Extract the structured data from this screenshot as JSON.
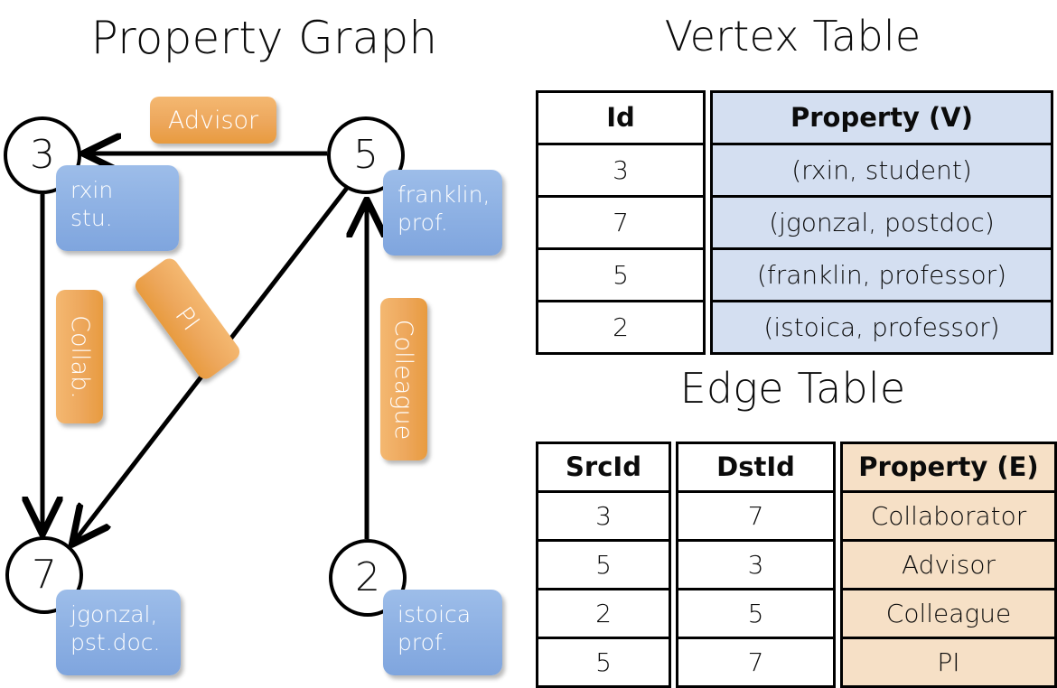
{
  "titles": {
    "property_graph": "Property Graph",
    "vertex_table": "Vertex Table",
    "edge_table": "Edge Table"
  },
  "colors": {
    "node_stroke": "#000000",
    "node_fill": "#ffffff",
    "vertex_property_box": "#8fb2e4",
    "edge_label_box": "#eda75c",
    "vertex_table_cell": "#d4dff1",
    "edge_table_cell": "#f6e0c6",
    "edge_line": "#000000"
  },
  "graph": {
    "nodes": [
      {
        "id": "3",
        "label": "3",
        "property": "rxin\nstu."
      },
      {
        "id": "5",
        "label": "5",
        "property": "franklin,\nprof."
      },
      {
        "id": "7",
        "label": "7",
        "property": "jgonzal,\npst.doc."
      },
      {
        "id": "2",
        "label": "2",
        "property": "istoica\nprof."
      }
    ],
    "edge_labels": [
      {
        "key": "advisor",
        "text": "Advisor",
        "orientation": "horizontal"
      },
      {
        "key": "collab",
        "text": "Collab.",
        "orientation": "vertical"
      },
      {
        "key": "pi",
        "text": "PI",
        "orientation": "diagonal"
      },
      {
        "key": "colleague",
        "text": "Colleague",
        "orientation": "vertical"
      }
    ],
    "edges": [
      {
        "src": "5",
        "dst": "3",
        "label": "Advisor"
      },
      {
        "src": "3",
        "dst": "7",
        "label": "Collab."
      },
      {
        "src": "5",
        "dst": "7",
        "label": "PI"
      },
      {
        "src": "2",
        "dst": "5",
        "label": "Colleague"
      }
    ]
  },
  "vertex_table": {
    "headers": [
      "Id",
      "Property (V)"
    ],
    "rows": [
      {
        "id": "3",
        "property": "(rxin, student)"
      },
      {
        "id": "7",
        "property": "(jgonzal, postdoc)"
      },
      {
        "id": "5",
        "property": "(franklin, professor)"
      },
      {
        "id": "2",
        "property": "(istoica, professor)"
      }
    ]
  },
  "edge_table": {
    "headers": [
      "SrcId",
      "DstId",
      "Property (E)"
    ],
    "rows": [
      {
        "src": "3",
        "dst": "7",
        "property": "Collaborator"
      },
      {
        "src": "5",
        "dst": "3",
        "property": "Advisor"
      },
      {
        "src": "2",
        "dst": "5",
        "property": "Colleague"
      },
      {
        "src": "5",
        "dst": "7",
        "property": "PI"
      }
    ]
  }
}
